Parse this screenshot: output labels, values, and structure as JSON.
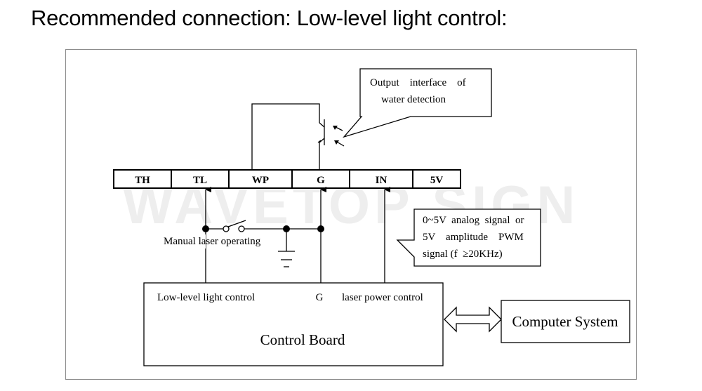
{
  "heading": "Recommended connection: Low-level light control:",
  "watermark": "WAVETOP SIGN",
  "terminals": [
    "TH",
    "TL",
    "WP",
    "G",
    "IN",
    "5V"
  ],
  "callout_water": {
    "line1": "Output    interface    of",
    "line2": "water detection"
  },
  "callout_signal": {
    "line1": "0~5V  analog  signal  or",
    "line2": "5V    amplitude    PWM",
    "line3": "signal (f  ≥20KHz)"
  },
  "switch_label": "Manual laser operating",
  "control_board": {
    "title": "Control Board",
    "label_low_level": "Low-level light control",
    "label_g": "G",
    "label_power": "laser power control"
  },
  "computer_system": "Computer System",
  "colors": {
    "line": "#000000",
    "frame": "#8c8c8c",
    "watermark": "#eeeeee"
  }
}
